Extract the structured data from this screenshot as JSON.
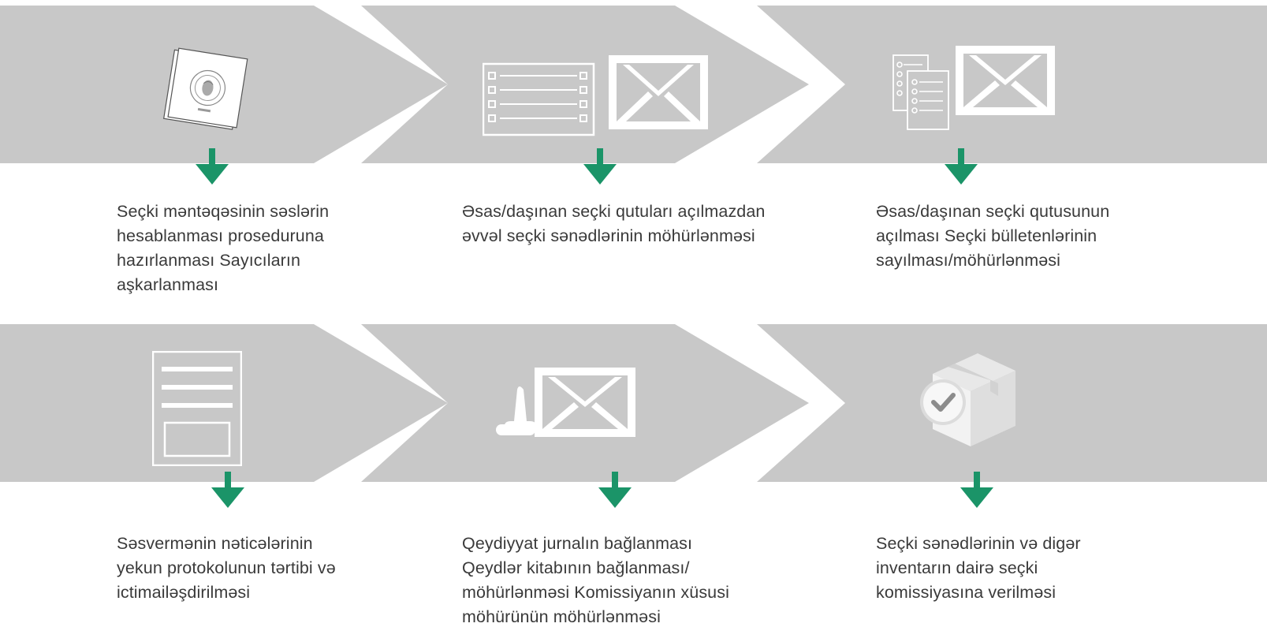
{
  "colors": {
    "chevron": "#c8c8c8",
    "arrow": "#1b9468",
    "icon": "#ffffff",
    "text": "#3a3a3a"
  },
  "steps": [
    {
      "icon": "sealed-document-icon",
      "text": "Seçki məntəqəsinin səslərin\nhesablanması proseduruna\nhazırlanması Sayıcıların\naşkarlanması"
    },
    {
      "icon": "ballot-envelope-icon",
      "text": "Əsas/daşınan seçki qutuları açılmazdan\nəvvəl seçki sənədlərinin möhürlənməsi"
    },
    {
      "icon": "ballots-envelope-icon",
      "text": "Əsas/daşınan seçki qutusunun\naçılması Seçki bülletenlərinin\nsayılması/möhürlənməsi"
    },
    {
      "icon": "protocol-form-icon",
      "text": "Səsvermənin nəticələrinin\nyekun protokolunun tərtibi və\nictimailəşdirilməsi"
    },
    {
      "icon": "stamp-envelope-icon",
      "text": "Qeydiyyat jurnalın bağlanması\nQeydlər kitabının  bağlanması/\nmöhürlənməsi Komissiyanın xüsusi\nmöhürünün möhürlənməsi"
    },
    {
      "icon": "checked-box-icon",
      "text": "Seçki sənədlərinin və digər\ninventarın dairə seçki\nkomissiyasına verilməsi"
    }
  ]
}
